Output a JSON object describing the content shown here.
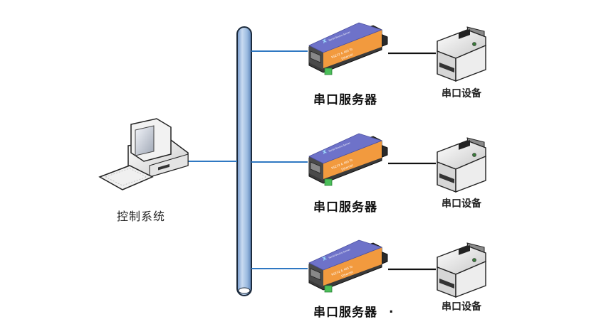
{
  "diagram": {
    "type": "network-topology",
    "bus": {
      "name": "ethernet-bus",
      "color": "#9bbbe0"
    },
    "control_system": {
      "label": "控制系统",
      "icon": "desktop-computer-icon"
    },
    "rows": [
      {
        "server_label": "串口服务器",
        "device_label": "串口设备",
        "trailing_mark": ""
      },
      {
        "server_label": "串口服务器",
        "device_label": "串口设备",
        "trailing_mark": ""
      },
      {
        "server_label": "串口服务器",
        "device_label": "串口设备",
        "trailing_mark": "."
      }
    ],
    "server_device": {
      "icon": "serial-device-server-icon",
      "top_text": "Serial Device Server",
      "side_text": "RS232 & 485 To Ethernet",
      "colors": {
        "top": "#6f72c8",
        "front": "#f39a3c",
        "body": "#3c3c3c",
        "terminal": "#4cbf5a"
      }
    },
    "serial_device": {
      "icon": "printer-icon"
    },
    "colors": {
      "network_line": "#2f78c2",
      "serial_line": "#111111"
    }
  }
}
